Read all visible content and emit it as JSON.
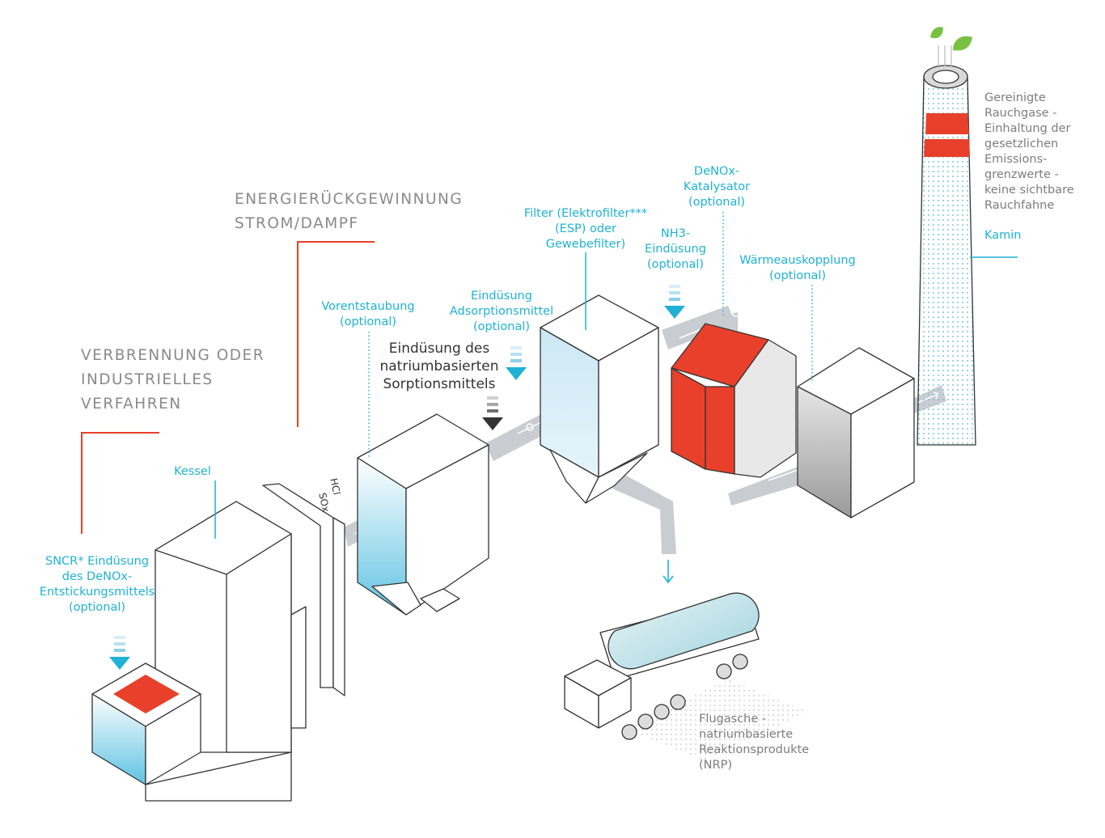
{
  "headings": {
    "energy": "ENERGIERÜCKGEWINNUNG\nSTROM/DAMPF",
    "combustion": "VERBRENNUNG ODER\nINDUSTRIELLES\nVERFAHREN"
  },
  "labels": {
    "kessel": "Kessel",
    "sncr": "SNCR* Eindüsung\ndes DeNOx-\nEntstickungsmittels\n(optional)",
    "vorentstaubung": "Vorentstaubung\n(optional)",
    "eindusung_adsorption": "Eindüsung\nAdsorptionsmittel\n(optional)",
    "eindusung_natrium": "Eindüsung des\nnatriumbasierten\nSorptionsmittels",
    "filter": "Filter (Elektrofilter***\n(ESP) oder\nGewebefilter)",
    "nh3": "NH3-\nEindüsung\n(optional)",
    "denox_katalysator": "DeNOx-\nKatalysator\n(optional)",
    "waermeauskopplung": "Wärmeauskopplung\n(optional)",
    "gereinigte": "Gereinigte\nRauchgase -\nEinhaltung der\ngesetzlichen\nEmissions-\ngrenzwerte -\nkeine sichtbare\nRauchfahne",
    "kamin": "Kamin",
    "flugasche": "Flugasche -\nnatriumbasierte\nReaktionsprodukte\n(NRP)"
  },
  "chemicals": {
    "hcl": "HCl",
    "sox": "SOx"
  },
  "colors": {
    "accent_cyan": "#1fb2d4",
    "accent_red": "#e8402a",
    "outline": "#333333",
    "pipe_gray": "#c9cdd1",
    "text_gray": "#7d7d7d"
  }
}
